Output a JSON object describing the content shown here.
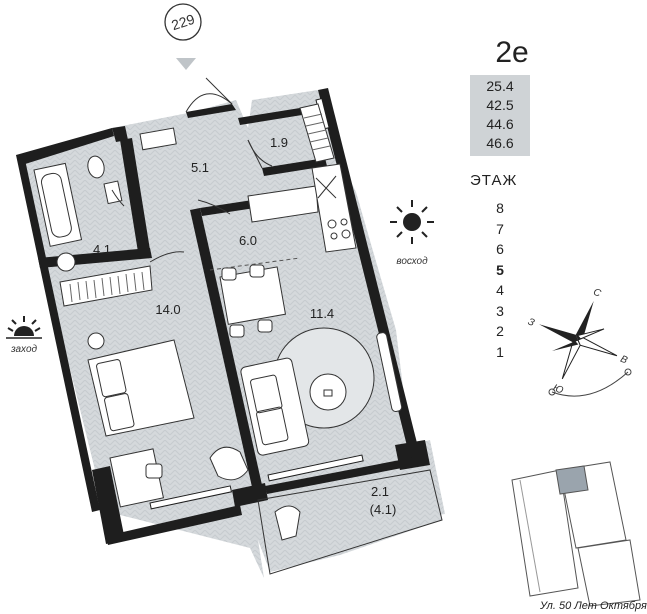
{
  "building_number": "229",
  "apartment_code": "2e",
  "areas": [
    "25.4",
    "42.5",
    "44.6",
    "46.6"
  ],
  "floor_title": "ЭТАЖ",
  "floors": [
    {
      "label": "8",
      "active": false
    },
    {
      "label": "7",
      "active": false
    },
    {
      "label": "6",
      "active": false
    },
    {
      "label": "5",
      "active": true
    },
    {
      "label": "4",
      "active": false
    },
    {
      "label": "3",
      "active": false
    },
    {
      "label": "2",
      "active": false
    },
    {
      "label": "1",
      "active": false
    }
  ],
  "rooms": {
    "hall": "5.1",
    "storage": "1.9",
    "bathroom": "4.1",
    "kitchen": "6.0",
    "bedroom": "14.0",
    "living": "11.4",
    "balcony": "2.1",
    "balcony_full": "(4.1)"
  },
  "sun": {
    "sunrise": "восход",
    "sunset": "заход"
  },
  "compass": {
    "north": "С",
    "east": "В",
    "south": "Ю",
    "west": "З"
  },
  "street": "Ул. 50 Лет Октября",
  "colors": {
    "wall": "#1e1e1e",
    "floor": "#d4d8db",
    "accent_box": "#cfd3d6",
    "highlight": "#9aa4ad"
  }
}
